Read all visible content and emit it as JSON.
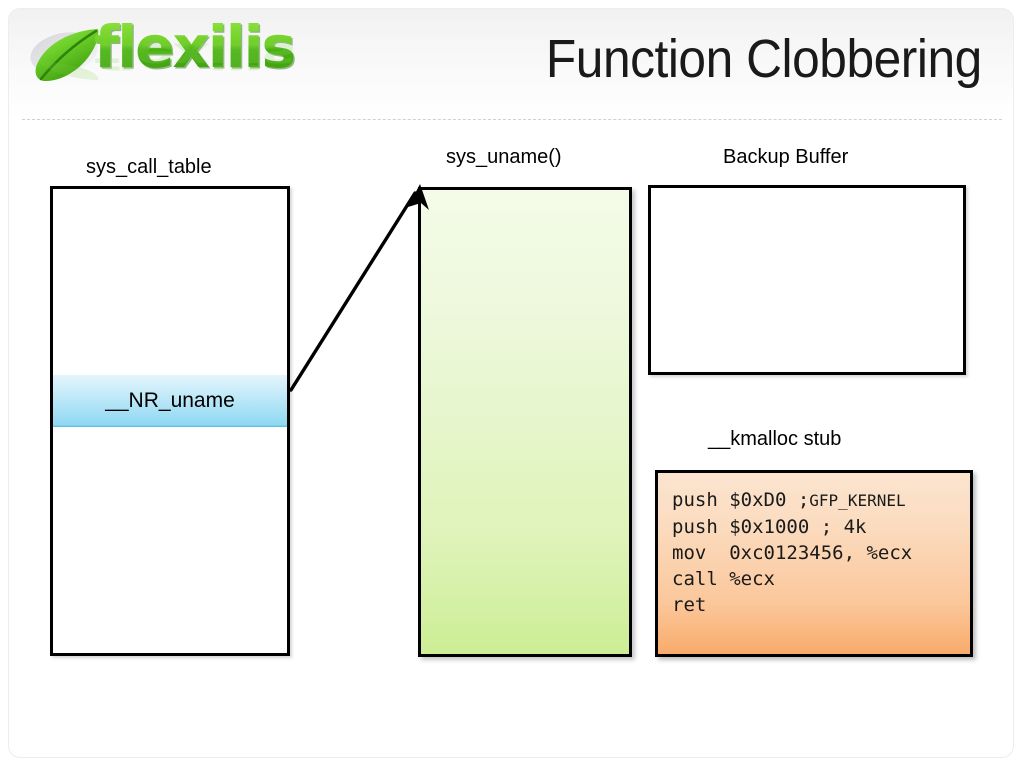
{
  "slide": {
    "title": "Function Clobbering",
    "logo_text": "flexilis",
    "logo_icon": "leaf-icon",
    "accent_green": "#6fce27",
    "rule_color": "#c9c9c9"
  },
  "diagram": {
    "syscall_table": {
      "label": "sys_call_table",
      "highlight_row_label": "__NR_uname",
      "highlight_color": "#8fd8f2",
      "fill": "#ffffff"
    },
    "sys_uname": {
      "label": "sys_uname()",
      "fill_top": "#f4fbe8",
      "fill_bottom": "#ccee95"
    },
    "backup_buffer": {
      "label": "Backup Buffer",
      "fill": "#ffffff"
    },
    "kmalloc_stub": {
      "label": "__kmalloc stub",
      "fill_top": "#fbe4cf",
      "fill_bottom": "#f8ab6b",
      "code_lines": [
        {
          "mnemonic": "push $0xD0 ;",
          "comment": "GFP_KERNEL"
        },
        {
          "mnemonic": "push $0x1000 ; 4k",
          "comment": ""
        },
        {
          "mnemonic": "mov  0xc0123456, %ecx",
          "comment": ""
        },
        {
          "mnemonic": "call %ecx",
          "comment": ""
        },
        {
          "mnemonic": "ret",
          "comment": ""
        }
      ]
    },
    "arrow": {
      "name": "clobber-arrow",
      "from": "__NR_uname row",
      "to": "sys_uname() box",
      "color": "#000000"
    }
  }
}
